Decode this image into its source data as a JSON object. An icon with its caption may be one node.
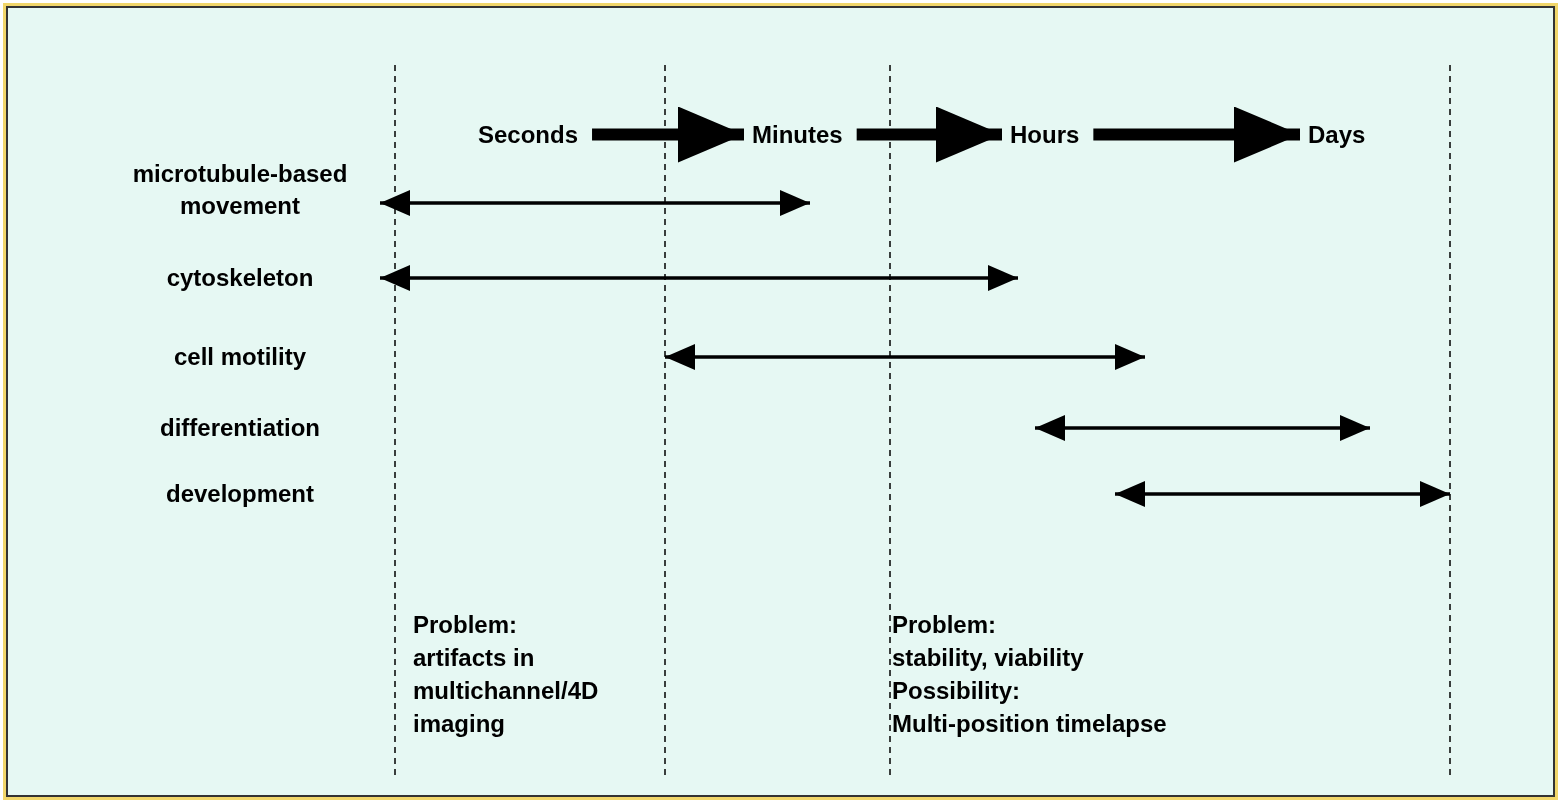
{
  "diagram": {
    "nodes": [
      {
        "text": [
          "Seconds"
        ]
      },
      {
        "text": [
          "Minutes"
        ]
      },
      {
        "text": [
          "Hours"
        ]
      },
      {
        "text": [
          "Days"
        ]
      }
    ],
    "edges": [
      {
        "from": 0,
        "to": 1,
        "arrow": "to"
      },
      {
        "from": 1,
        "to": 2,
        "arrow": "to"
      },
      {
        "from": 2,
        "to": 3,
        "arrow": "to"
      }
    ],
    "labels": [
      "microtubule-based movement",
      "cytoskeleton",
      "cell motility",
      "differentiation",
      "development",
      "Problem:",
      "artifacts in multichannel/4D imaging",
      "Problem:",
      "stability, viability",
      "Possibility:",
      "Multi-position timelapse"
    ]
  }
}
